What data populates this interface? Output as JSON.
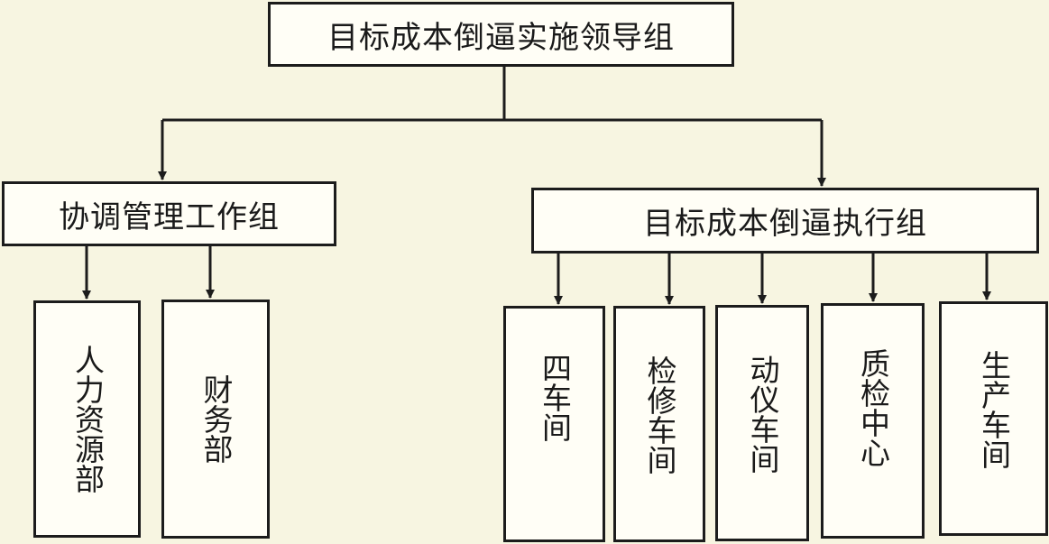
{
  "diagram": {
    "root": "目标成本倒逼实施领导组",
    "branches": {
      "coordination": {
        "label": "协调管理工作组",
        "children": [
          "人力资源部",
          "财务部"
        ]
      },
      "execution": {
        "label": "目标成本倒逼执行组",
        "children": [
          "四车间",
          "检修车间",
          "动仪车间",
          "质检中心",
          "生产车间"
        ]
      }
    }
  },
  "colors": {
    "background": "#f7f5e1",
    "box_fill": "#fffef6",
    "line": "#1c1c1c"
  }
}
